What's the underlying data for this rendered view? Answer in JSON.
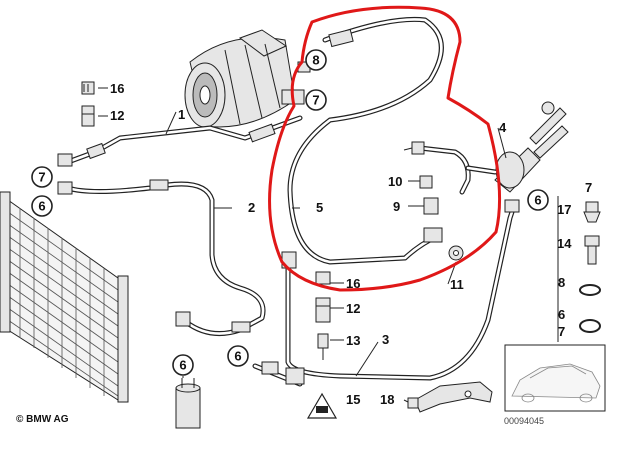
{
  "diagram": {
    "copyright": "© BMW AG",
    "reference_number": "00094045",
    "part_labels": [
      "16",
      "12",
      "1",
      "7",
      "4",
      "10",
      "9",
      "5",
      "11",
      "17",
      "14",
      "8",
      "6",
      "7",
      "2",
      "16",
      "12",
      "13",
      "3",
      "18",
      "15"
    ],
    "callouts": [
      "8",
      "7",
      "7",
      "6",
      "6",
      "6",
      "6"
    ],
    "colors": {
      "highlight": "#e01818",
      "line": "#222222",
      "part_fill": "#e6e6e6",
      "background": "#ffffff"
    }
  }
}
